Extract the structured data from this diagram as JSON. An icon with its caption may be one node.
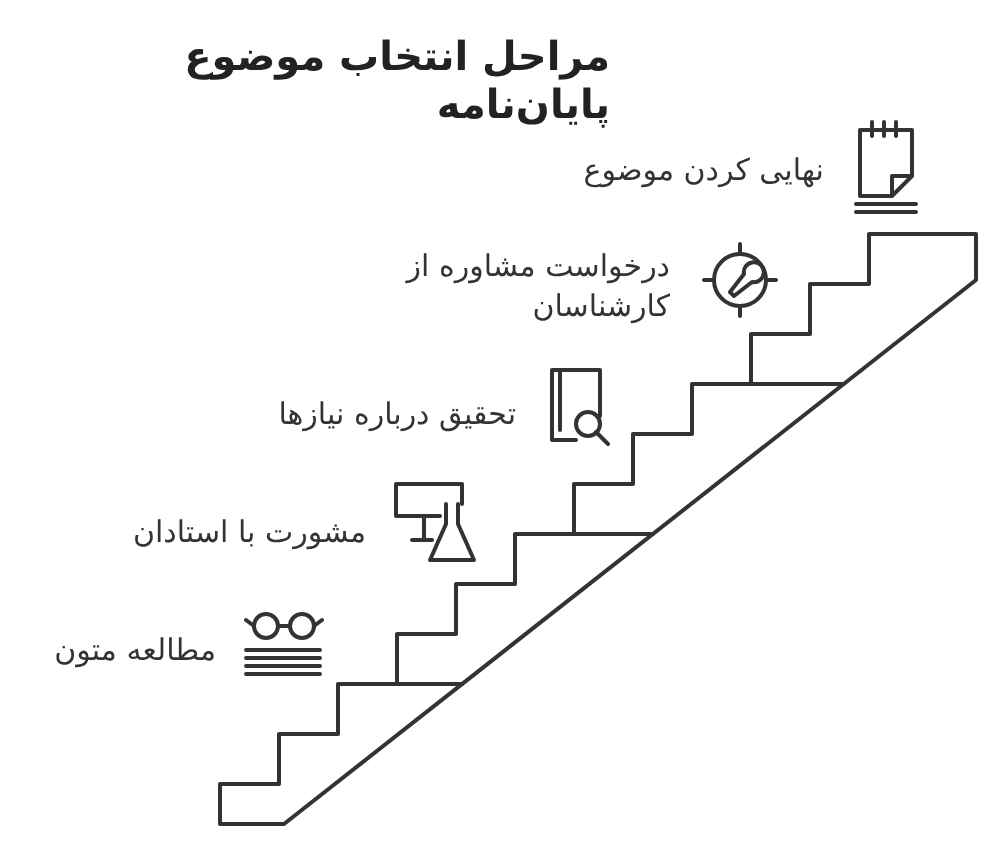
{
  "diagram": {
    "title": "مراحل انتخاب موضوع پایان‌نامه",
    "labels": [
      "نهایی کردن موضوع",
      "درخواست مشاوره از کارشناسان",
      "تحقیق درباره نیازها",
      "مشورت با استادان",
      "مطالعه متون"
    ]
  }
}
